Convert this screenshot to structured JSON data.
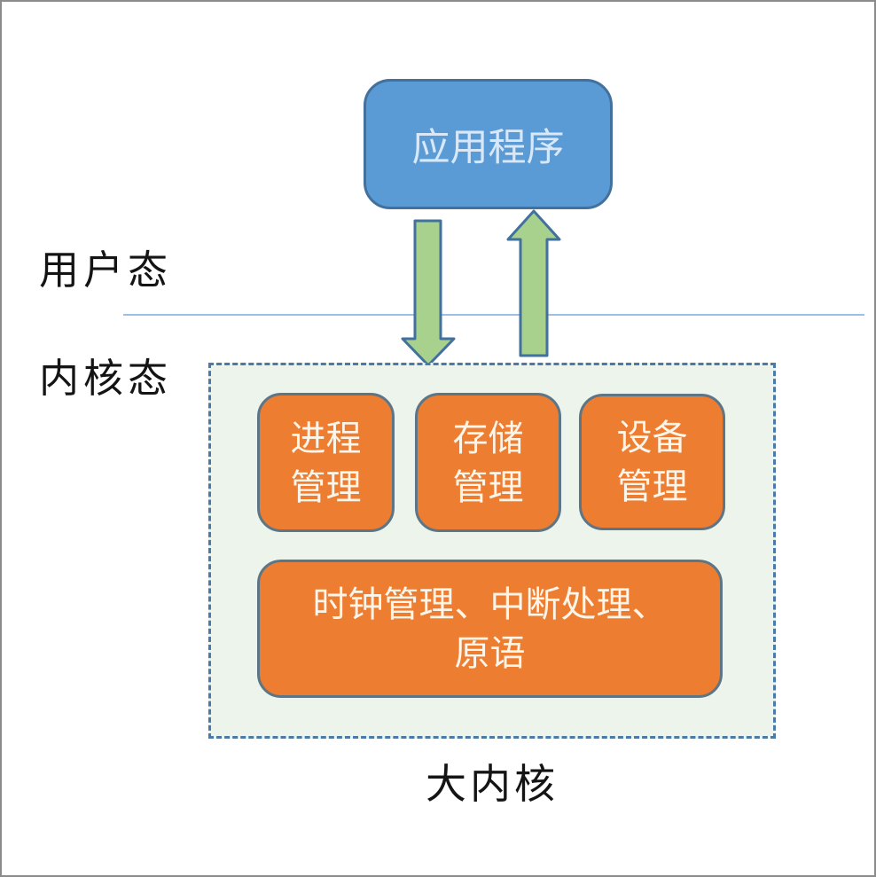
{
  "diagram": {
    "application_box": {
      "label": "应用程序",
      "fill": "#5b9bd5",
      "border": "#41719c",
      "text_color": "#d8e8f8"
    },
    "user_mode_label": "用户态",
    "kernel_mode_label": "内核态",
    "divider_color": "#9cbfe3",
    "arrows": {
      "fill": "#a9d18e",
      "stroke": "#41719c"
    },
    "kernel_region": {
      "fill": "#edf4ec",
      "border": "#4b79a8",
      "module_fill": "#ed7d31",
      "module_border": "#5d7585",
      "module_text_color": "#fcf5e9",
      "modules": [
        {
          "lines": [
            "进程",
            "管理"
          ]
        },
        {
          "lines": [
            "存储",
            "管理"
          ]
        },
        {
          "lines": [
            "设备",
            "管理"
          ]
        }
      ],
      "base_module": {
        "lines": [
          "时钟管理、中断处理、",
          "原语"
        ]
      }
    },
    "caption": "大内核"
  }
}
